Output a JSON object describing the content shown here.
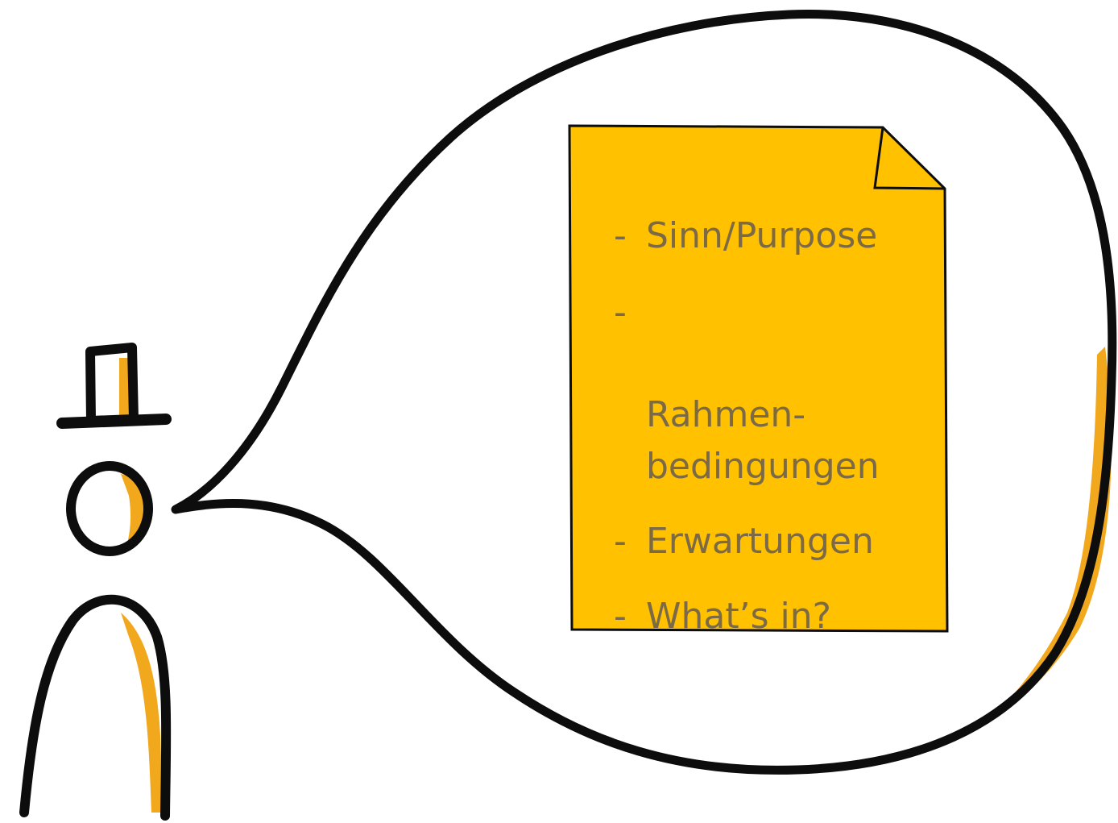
{
  "colors": {
    "outline": "#0d0d0d",
    "accent_orange": "#f2a81d",
    "document_fill": "#ffc100",
    "document_text": "#7b6a45",
    "background": "#ffffff"
  },
  "icons": {
    "person": "person-with-top-hat-icon",
    "bubble": "thought-bubble-icon",
    "document": "document-page-icon"
  },
  "document": {
    "bullet": "-",
    "items": [
      "Sinn/Purpose",
      "Rahmen-\nbedingungen",
      "Erwartungen",
      "What’s in?"
    ]
  }
}
